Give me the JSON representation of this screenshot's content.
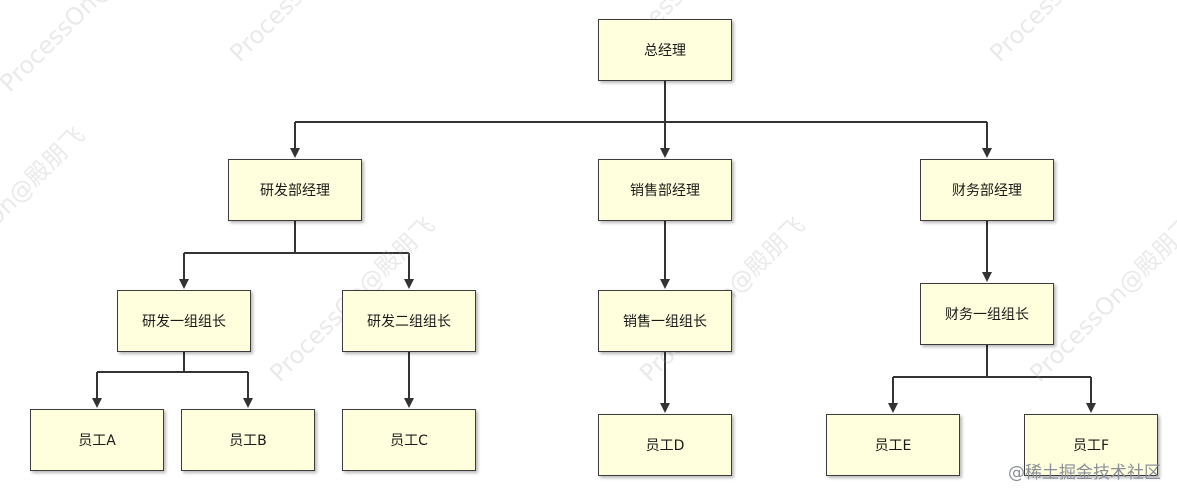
{
  "nodes": {
    "gm": "总经理",
    "rd_mgr": "研发部经理",
    "sales_mgr": "销售部经理",
    "fin_mgr": "财务部经理",
    "rd_lead1": "研发一组组长",
    "rd_lead2": "研发二组组长",
    "sales_lead1": "销售一组组长",
    "fin_lead1": "财务一组组长",
    "emp_a": "员工A",
    "emp_b": "员工B",
    "emp_c": "员工C",
    "emp_d": "员工D",
    "emp_e": "员工E",
    "emp_f": "员工F"
  },
  "edges": [
    [
      "gm",
      "rd_mgr"
    ],
    [
      "gm",
      "sales_mgr"
    ],
    [
      "gm",
      "fin_mgr"
    ],
    [
      "rd_mgr",
      "rd_lead1"
    ],
    [
      "rd_mgr",
      "rd_lead2"
    ],
    [
      "sales_mgr",
      "sales_lead1"
    ],
    [
      "fin_mgr",
      "fin_lead1"
    ],
    [
      "rd_lead1",
      "emp_a"
    ],
    [
      "rd_lead1",
      "emp_b"
    ],
    [
      "rd_lead2",
      "emp_c"
    ],
    [
      "sales_lead1",
      "emp_d"
    ],
    [
      "fin_lead1",
      "emp_e"
    ],
    [
      "fin_lead1",
      "emp_f"
    ]
  ],
  "watermark": {
    "text": "ProcessOn@殿朋飞"
  },
  "footer": {
    "text": "@稀土掘金技术社区"
  },
  "colors": {
    "node_fill": "#ffffdd",
    "node_border": "#3c3c3c",
    "connector": "#333333"
  }
}
